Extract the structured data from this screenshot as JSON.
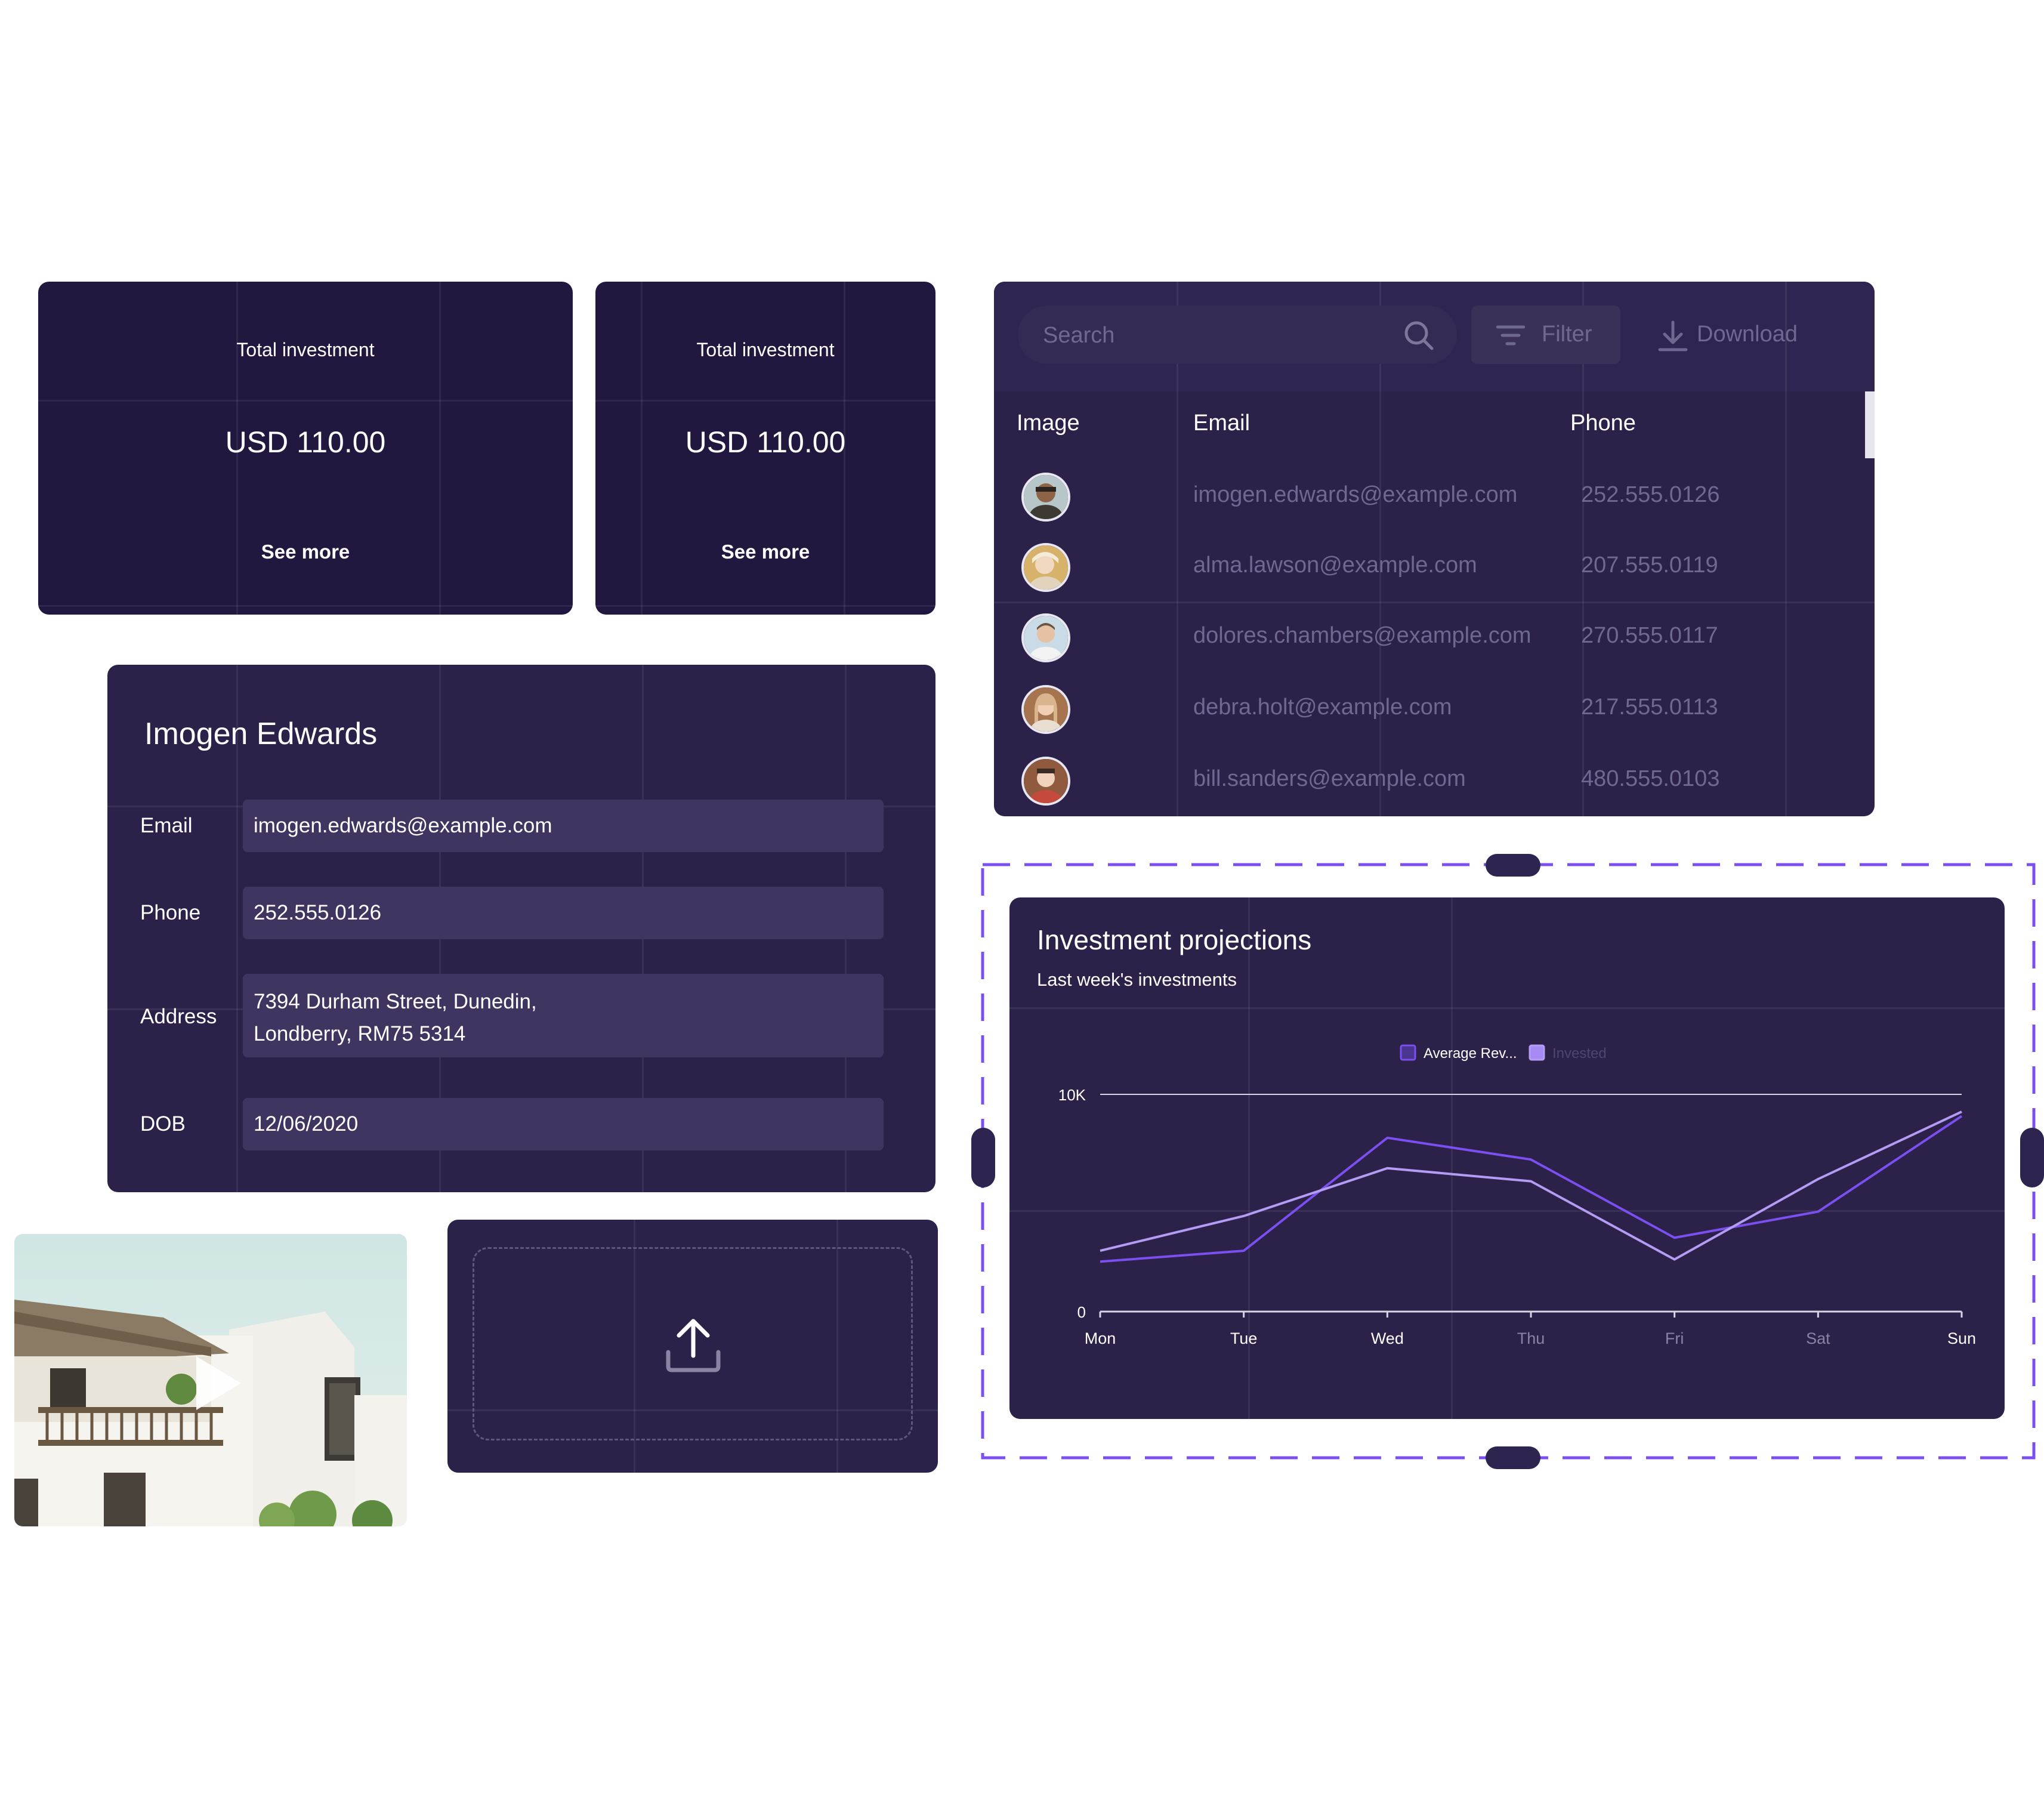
{
  "investment_cards": [
    {
      "title": "Total investment",
      "value": "USD 110.00",
      "link": "See more"
    },
    {
      "title": "Total investment",
      "value": "USD 110.00",
      "link": "See more"
    }
  ],
  "profile": {
    "name": "Imogen Edwards",
    "fields": [
      {
        "label": "Email",
        "value": "imogen.edwards@example.com"
      },
      {
        "label": "Phone",
        "value": "252.555.0126"
      },
      {
        "label": "Address",
        "value_line1": "7394 Durham Street, Dunedin,",
        "value_line2": "Londberry, RM75 5314"
      },
      {
        "label": "DOB",
        "value": "12/06/2020"
      }
    ]
  },
  "table": {
    "search_placeholder": "Search",
    "filter_label": "Filter",
    "download_label": "Download",
    "columns": [
      "Image",
      "Email",
      "Phone"
    ],
    "rows": [
      {
        "email": "imogen.edwards@example.com",
        "phone": "252.555.0126"
      },
      {
        "email": "alma.lawson@example.com",
        "phone": "207.555.0119"
      },
      {
        "email": "dolores.chambers@example.com",
        "phone": "270.555.0117"
      },
      {
        "email": "debra.holt@example.com",
        "phone": "217.555.0113"
      },
      {
        "email": "bill.sanders@example.com",
        "phone": "480.555.0103"
      }
    ]
  },
  "chart": {
    "title": "Investment projections",
    "subtitle": "Last week's investments"
  },
  "chart_data": {
    "type": "line",
    "categories": [
      "Mon",
      "Tue",
      "Wed",
      "Thu",
      "Fri",
      "Sat",
      "Sun"
    ],
    "series": [
      {
        "name": "Average Rev...",
        "color": "#7b4ff0",
        "values": [
          2300,
          2800,
          8000,
          7000,
          3400,
          4600,
          9000
        ]
      },
      {
        "name": "Invested",
        "color": "#b49cf4",
        "values": [
          2800,
          4400,
          6600,
          6000,
          2400,
          6100,
          9200
        ]
      }
    ],
    "yticks": [
      "0",
      "10K"
    ],
    "ylim": [
      0,
      10000
    ],
    "legend": "top-center",
    "grid": false
  },
  "colors": {
    "card_dark": "#21173f",
    "card": "#2b2149",
    "accent": "#7b4ff0",
    "selection_dash": "#7b4ff0"
  },
  "icons": {
    "search": "search-icon",
    "filter": "filter-icon",
    "download": "download-icon",
    "upload": "upload-icon",
    "play": "play-icon"
  }
}
